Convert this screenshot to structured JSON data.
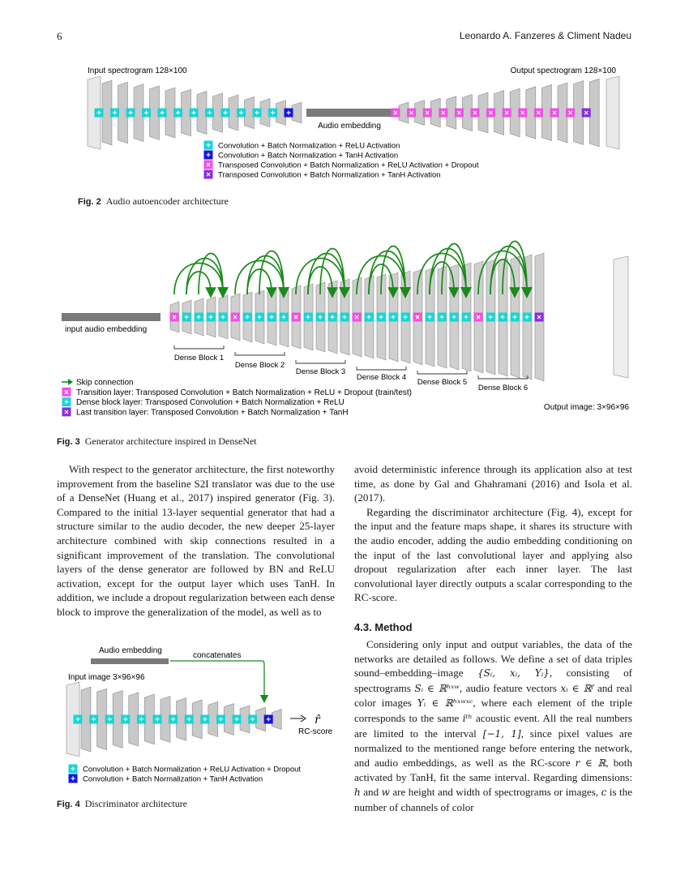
{
  "header": {
    "page_number": "6",
    "authors": "Leonardo A. Fanzeres & Climent Nadeu"
  },
  "fig2": {
    "input_label": "Input spectrogram 128×100",
    "output_label": "Output spectrogram 128×100",
    "embedding_label": "Audio embedding",
    "legend": [
      {
        "symbol": "+",
        "color": "#16d6d6",
        "text": "Convolution + Batch Normalization + ReLU Activation"
      },
      {
        "symbol": "+",
        "color": "#1414e0",
        "text": "Convolution + Batch Normalization + TanH Activation"
      },
      {
        "symbol": "×",
        "color": "#f04fe6",
        "text": "Transposed Convolution + Batch Normalization + ReLU Activation + Dropout"
      },
      {
        "symbol": "×",
        "color": "#8a2be2",
        "text": "Transposed Convolution + Batch Normalization + TanH Activation"
      }
    ],
    "caption_label": "Fig. 2",
    "caption_text": "Audio autoencoder architecture"
  },
  "fig3": {
    "input_label": "input audio embedding",
    "blocks": [
      "Dense Block 1",
      "Dense Block 2",
      "Dense Block 3",
      "Dense Block 4",
      "Dense Block 5",
      "Dense Block 6"
    ],
    "legend": [
      {
        "symbol": "→",
        "color": "#1a8a1a",
        "text": "Skip connection"
      },
      {
        "symbol": "×",
        "color": "#f04fe6",
        "text": "Transition layer: Transposed Convolution + Batch Normalization + ReLU + Dropout (train/test)"
      },
      {
        "symbol": "+",
        "color": "#16d6d6",
        "text": "Dense block layer: Transposed Convolution + Batch Normalization + ReLU"
      },
      {
        "symbol": "×",
        "color": "#8a2be2",
        "text": "Last transition layer: Transposed Convolution + Batch Normalization + TanH"
      }
    ],
    "output_label": "Output image: 3×96×96",
    "caption_label": "Fig. 3",
    "caption_text": "Generator architecture inspired in DenseNet"
  },
  "fig4": {
    "embedding_label": "Audio embedding",
    "concat_label": "concatenates",
    "input_label": "Input image 3×96×96",
    "output_symbol": "r̂",
    "output_label": "RC-score",
    "legend": [
      {
        "symbol": "+",
        "color": "#16d6d6",
        "text": "Convolution + Batch Normalization + ReLU Activation + Dropout"
      },
      {
        "symbol": "+",
        "color": "#1414e0",
        "text": "Convolution + Batch Normalization + TanH Activation"
      }
    ],
    "caption_label": "Fig. 4",
    "caption_text": "Discriminator architecture"
  },
  "left_col": {
    "p1": "With respect to the generator architecture, the first noteworthy improvement from the baseline S2I translator was due to the use of a DenseNet (Huang et al., 2017) inspired generator (Fig. 3). Compared to the initial 13-layer sequential generator that had a structure similar to the audio decoder, the new deeper 25-layer architecture combined with skip connections resulted in a significant improvement of the translation. The convolutional layers of the dense generator are followed by BN and ReLU activation, except for the output layer which uses TanH. In addition, we include a dropout regularization between each dense block to improve the generalization of the model, as well as to"
  },
  "right_col": {
    "p1": "avoid deterministic inference through its application also at test time, as done by Gal and Ghahramani (2016) and Isola et al. (2017).",
    "p2": "Regarding the discriminator architecture (Fig. 4), except for the input and the feature maps shape, it shares its structure with the audio encoder, adding the audio embedding conditioning on the input of the last convolutional layer and applying also dropout regularization after each inner layer. The last convolutional layer directly outputs a scalar corresponding to the RC-score.",
    "section_title": "4.3.  Method",
    "p3_a": "Considering only input and output variables, the data of the networks are detailed as follows. We define a set of data triples sound–embedding–image ",
    "p3_m1": "{Sᵢ, xᵢ, Yᵢ}",
    "p3_b": ", consisting of spectrograms ",
    "p3_m2": "Sᵢ ∈ ℝʰˣʷ",
    "p3_c": ", audio feature vectors ",
    "p3_m3": "xᵢ ∈ ℝᶠ",
    "p3_d": " and real color images ",
    "p3_m4": "Yᵢ ∈ ℝʰˣʷˣᶜ",
    "p3_e": ", where each element of the triple corresponds to the same ",
    "p3_m5": "iᵗʰ",
    "p3_f": " acoustic event. All the real numbers are limited to the interval ",
    "p3_m6": "[−1, 1]",
    "p3_g": ", since pixel values are normalized to the mentioned range before entering the network, and audio embeddings, as well as the RC-score ",
    "p3_m7": "r ∈ ℝ",
    "p3_h": ", both activated by TanH, fit the same interval. Regarding dimensions: ",
    "p3_m8": "h",
    "p3_i": " and ",
    "p3_m9": "w",
    "p3_j": " are height and width of spectrograms or images, ",
    "p3_m10": "c",
    "p3_k": " is the number of channels of color"
  }
}
